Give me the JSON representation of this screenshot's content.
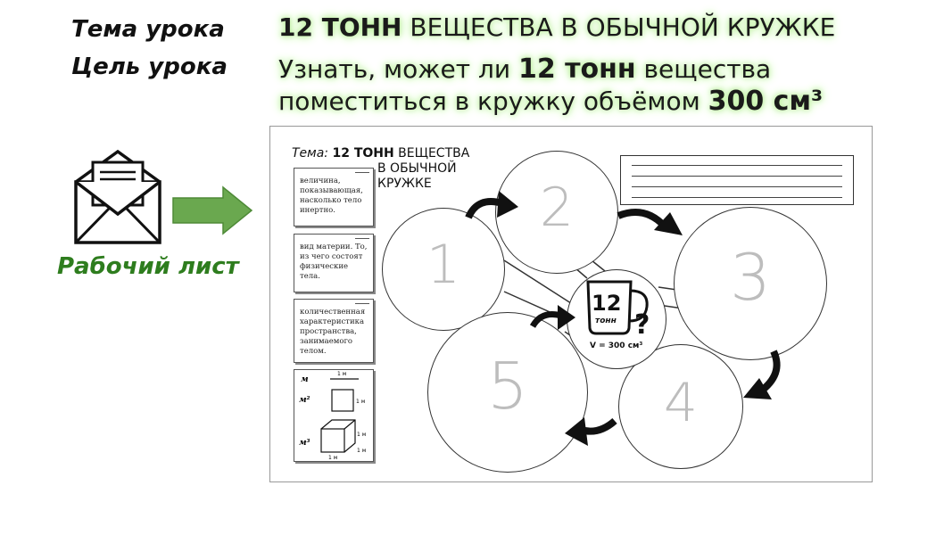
{
  "left_labels": {
    "topic": "Тема урока",
    "goal": "Цель урока",
    "worksheet": "Рабочий лист"
  },
  "header": {
    "title_bold": "12 ТОНН",
    "title_rest": " ВЕЩЕСТВА В ОБЫЧНОЙ КРУЖКЕ",
    "goal_part1": "Узнать, может ли ",
    "goal_bold1": "12 тонн",
    "goal_part2": " вещества",
    "goal_part3": "поместиться в кружку объёмом ",
    "goal_bold2": "300 см³"
  },
  "worksheet": {
    "title_topic": "Тема: ",
    "title_bold": "12 ТОНН",
    "title_rest1": " ВЕЩЕСТВА",
    "title_rest2": "В ОБЫЧНОЙ",
    "title_rest3": "КРУЖКЕ",
    "cards": [
      "величина, показывающая, насколько тело инертно.",
      "вид материи. То, из чего состоят физические тела.",
      "количественная характеристика пространства, занимаемого телом."
    ],
    "units": {
      "m": "м",
      "m2": "м²",
      "m3": "м³",
      "one_m": "1 м"
    },
    "circles": [
      "1",
      "2",
      "3",
      "4",
      "5"
    ],
    "mug": {
      "number": "12",
      "unit": "тонн",
      "question": "?",
      "volume": "V = 300 см³"
    }
  },
  "colors": {
    "arrow_green": "#6aa84f",
    "glow_green": "#b9f09a",
    "worksheet_label_green": "#2e7d1e"
  },
  "icons": [
    "envelope-icon",
    "right-arrow-icon"
  ]
}
